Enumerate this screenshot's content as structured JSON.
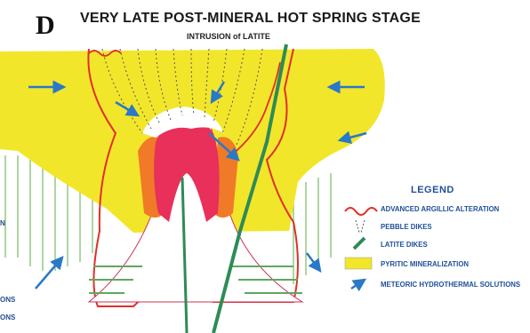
{
  "figure": {
    "panel_letter": "D",
    "title": "VERY LATE POST-MINERAL HOT SPRING STAGE",
    "subtitle": "INTRUSION of LATITE"
  },
  "legend": {
    "title": "LEGEND",
    "items": [
      {
        "label": "ADVANCED ARGILLIC ALTERATION",
        "icon": "red-wavy-line",
        "color": "#e0302a"
      },
      {
        "label": "PEBBLE DIKES",
        "icon": "dotted-arrows",
        "color": "#444444"
      },
      {
        "label": "LATITE DIKES",
        "icon": "green-bar",
        "color": "#2e8b57"
      },
      {
        "label": "PYRITIC MINERALIZATION",
        "icon": "yellow-box",
        "color": "#f2e62a"
      },
      {
        "label": "METEORIC HYDROTHERMAL SOLUTIONS",
        "icon": "blue-arrow",
        "color": "#2a78c8"
      }
    ]
  },
  "edge_labels": [
    "N",
    "ONS",
    "ONS"
  ],
  "colors": {
    "pyrite_yellow": "#f2e62a",
    "argillic_red": "#e0302a",
    "core_magenta": "#e8305a",
    "orange_zone": "#f07a28",
    "latite_green": "#2e8b57",
    "meteoric_blue": "#2a78c8",
    "hatch_green": "#5fa85f",
    "label_blue": "#1e4f9a"
  }
}
